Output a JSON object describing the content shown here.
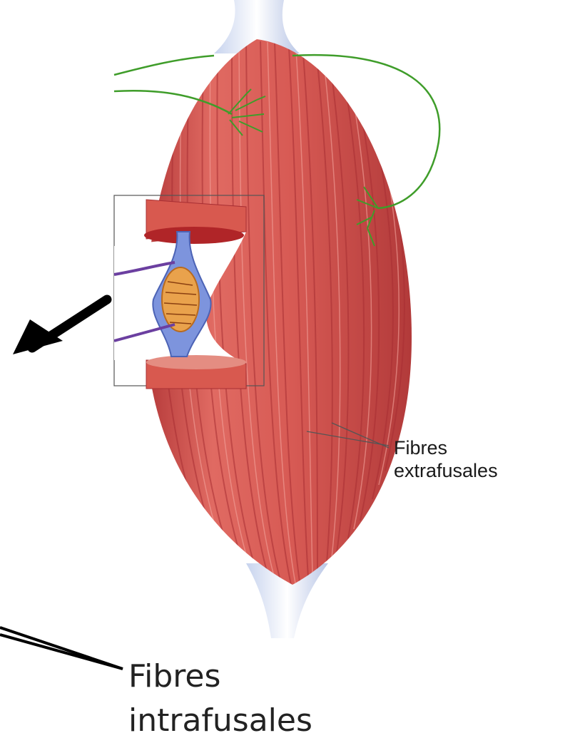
{
  "labels": {
    "extrafusal_line1": "Fibres",
    "extrafusal_line2": "extrafusales",
    "intrafusal_line1": "Fibres",
    "intrafusal_line2": "intrafusales"
  },
  "colors": {
    "muscle": "#d9534f",
    "muscle_shadow": "#b83636",
    "tendon": "#dfe6f3",
    "nerve": "#3f9d2a",
    "spindle_capsule": "#6f86d6",
    "spindle_core": "#e9a24c",
    "motor_axon": "#6b3fa0",
    "arrow": "#000000"
  }
}
